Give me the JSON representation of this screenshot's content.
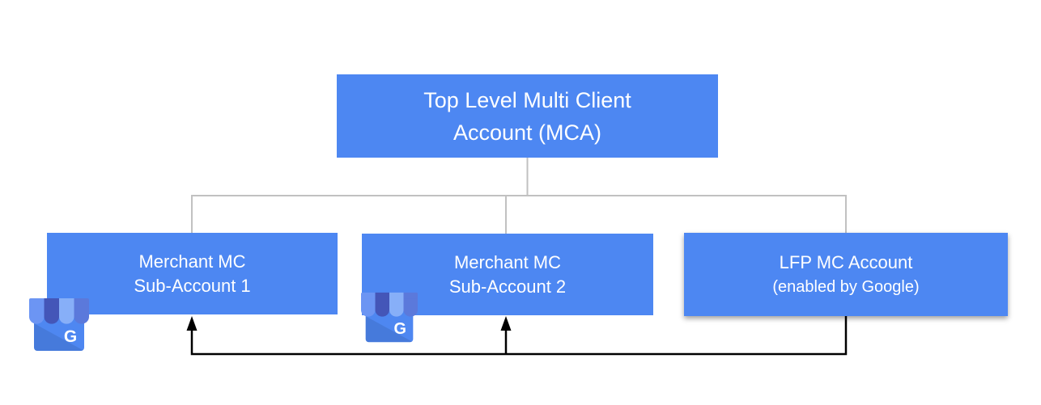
{
  "diagram": {
    "title_node": {
      "line1": "Top Level Multi Client",
      "line2": "Account (MCA)"
    },
    "nodes": [
      {
        "line1": "Merchant MC",
        "line2": "Sub-Account 1"
      },
      {
        "line1": "Merchant MC",
        "line2": "Sub-Account 2"
      },
      {
        "line1": "LFP MC Account",
        "line2": "(enabled by Google)"
      }
    ],
    "business_icon": {
      "name": "google-business-storefront-icon",
      "letter": "G"
    }
  },
  "colors": {
    "node_blue": "#4D87F2",
    "connector_gray": "#C1C1C1",
    "arrow_black": "#000000",
    "text_white": "#FFFFFF",
    "icon_stripe_dark": "#4456B8",
    "icon_stripe_light": "#87AFF8",
    "icon_stripe_medium": "#6C95F3",
    "icon_stripe_medium_dark": "#5B79DB"
  }
}
